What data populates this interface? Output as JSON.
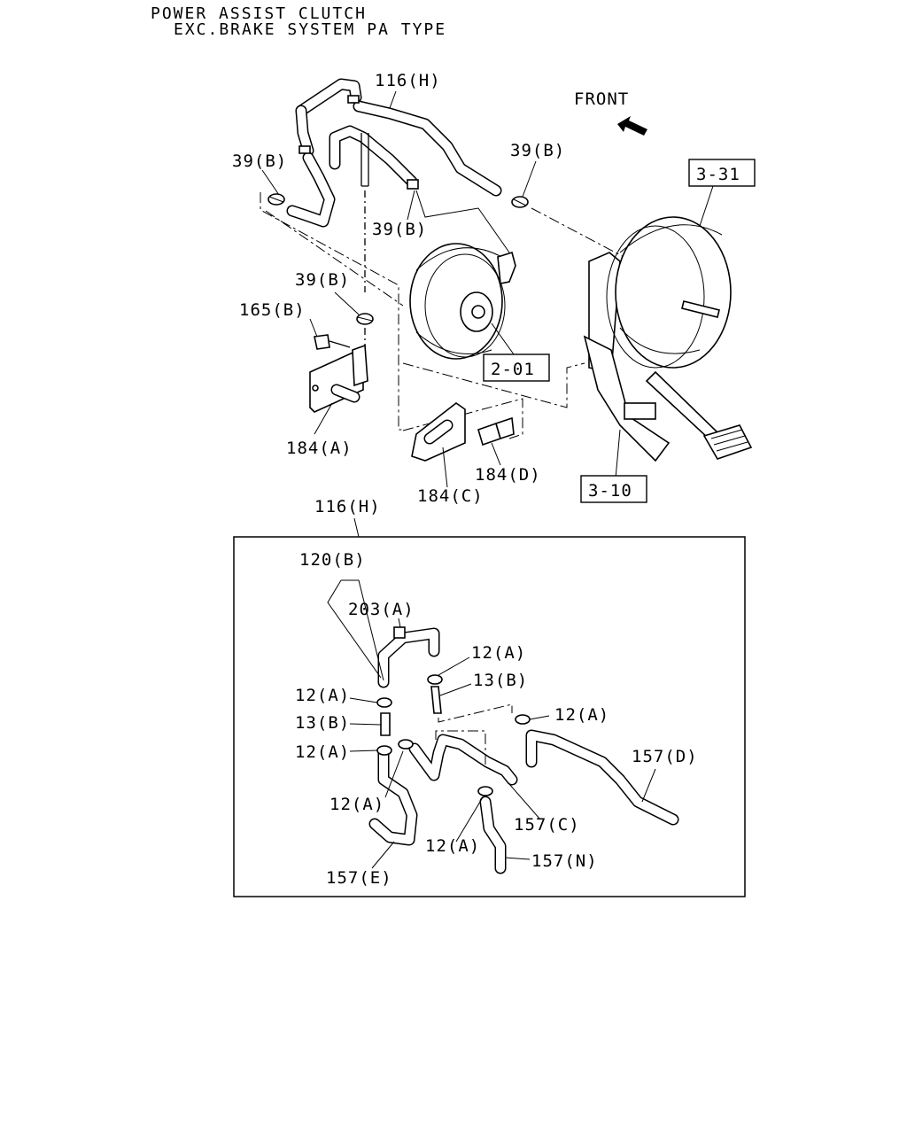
{
  "title": {
    "line1": "POWER ASSIST CLUTCH",
    "line2": "EXC.BRAKE SYSTEM PA TYPE"
  },
  "front_label": "FRONT",
  "refs": {
    "r331": "3-31",
    "r201": "2-01",
    "r310": "3-10"
  },
  "upper_labels": {
    "hose_116h": "116(H)",
    "clamp_39b_left": "39(B)",
    "clamp_39b_right": "39(B)",
    "clamp_39b_mid": "39(B)",
    "clamp_39b_lower": "39(B)",
    "bolt_165b": "165(B)",
    "bracket_184a": "184(A)",
    "bracket_184c": "184(C)",
    "bracket_184d": "184(D)"
  },
  "detail_title": "116(H)",
  "detail_labels": {
    "hose_120b": "120(B)",
    "plug_203a": "203(A)",
    "clamp_12a_1": "12(A)",
    "joint_13b_1": "13(B)",
    "clamp_12a_2": "12(A)",
    "clamp_12a_3": "12(A)",
    "joint_13b_2": "13(B)",
    "clamp_12a_4": "12(A)",
    "hose_157d": "157(D)",
    "clamp_12a_5": "12(A)",
    "hose_157c": "157(C)",
    "clamp_12a_6": "12(A)",
    "hose_157n": "157(N)",
    "hose_157e": "157(E)"
  }
}
